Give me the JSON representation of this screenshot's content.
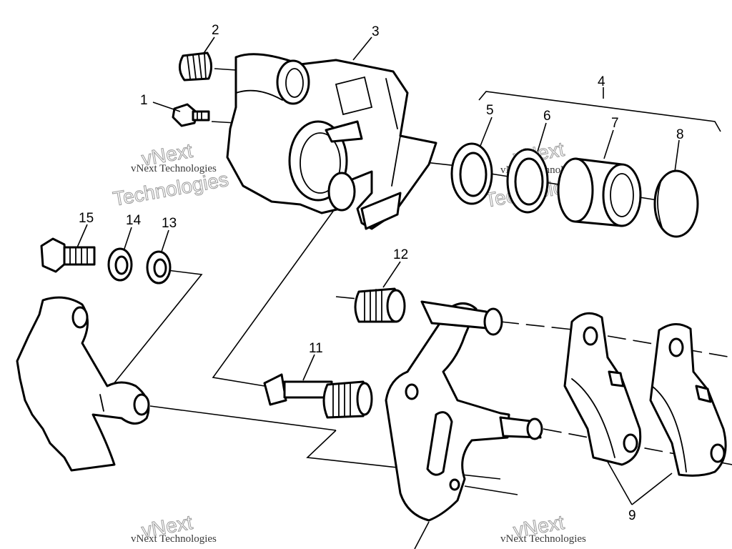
{
  "callouts": {
    "c1": "1",
    "c2": "2",
    "c3": "3",
    "c4": "4",
    "c5": "5",
    "c6": "6",
    "c7": "7",
    "c8": "8",
    "c9": "9",
    "c11": "11",
    "c12": "12",
    "c13": "13",
    "c14": "14",
    "c15": "15"
  },
  "watermark": {
    "line_small": "vNext Technologies",
    "line_big_1": "vNext",
    "line_big_2": "Technologies"
  },
  "colors": {
    "ink": "#000000",
    "paper": "#ffffff",
    "watermark": "#9a9a9a"
  }
}
